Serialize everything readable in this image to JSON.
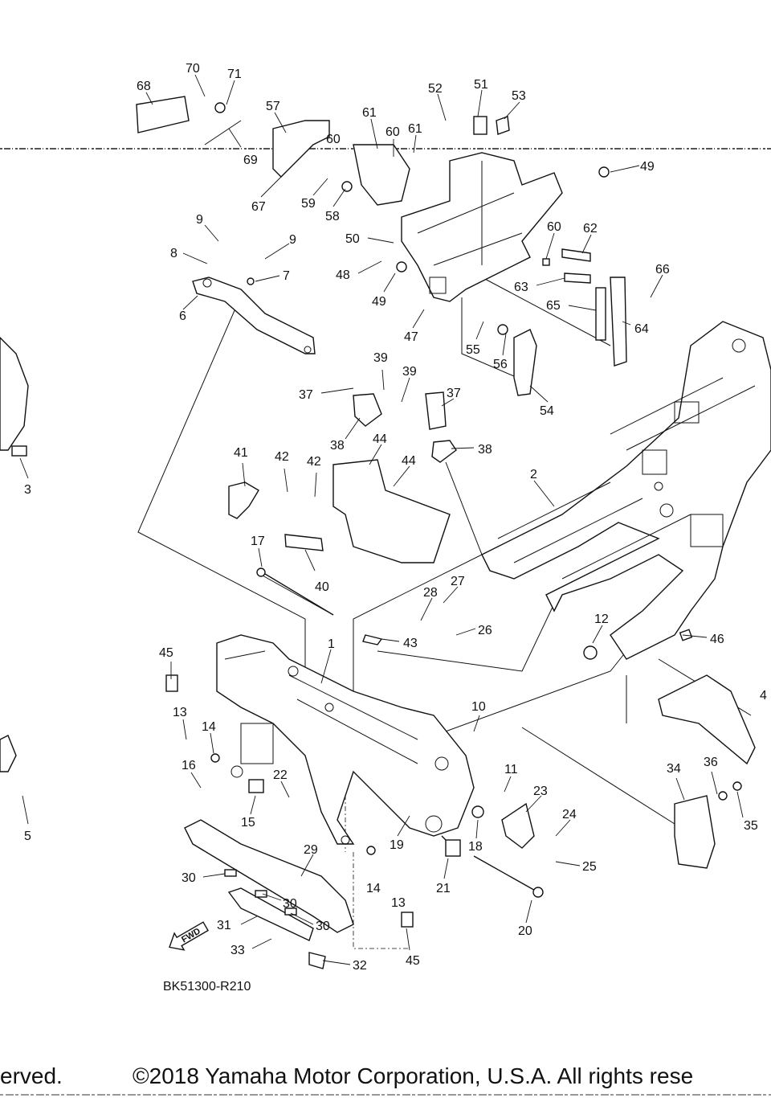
{
  "diagram": {
    "code": "BK51300-R210",
    "fwd_label": "FWD",
    "footer_left": "erved.",
    "footer_right": "©2018 Yamaha Motor Corporation, U.S.A. All rights rese"
  },
  "callouts": [
    "1",
    "2",
    "3",
    "4",
    "5",
    "6",
    "7",
    "8",
    "9",
    "10",
    "11",
    "12",
    "13",
    "14",
    "15",
    "16",
    "17",
    "18",
    "19",
    "20",
    "21",
    "22",
    "23",
    "24",
    "25",
    "26",
    "27",
    "28",
    "29",
    "30",
    "31",
    "32",
    "33",
    "34",
    "35",
    "36",
    "37",
    "38",
    "39",
    "40",
    "41",
    "42",
    "43",
    "44",
    "45",
    "46",
    "47",
    "48",
    "49",
    "50",
    "51",
    "52",
    "53",
    "54",
    "55",
    "56",
    "57",
    "58",
    "59",
    "60",
    "61",
    "62",
    "63",
    "64",
    "65",
    "66",
    "67",
    "68",
    "69",
    "70",
    "71"
  ]
}
